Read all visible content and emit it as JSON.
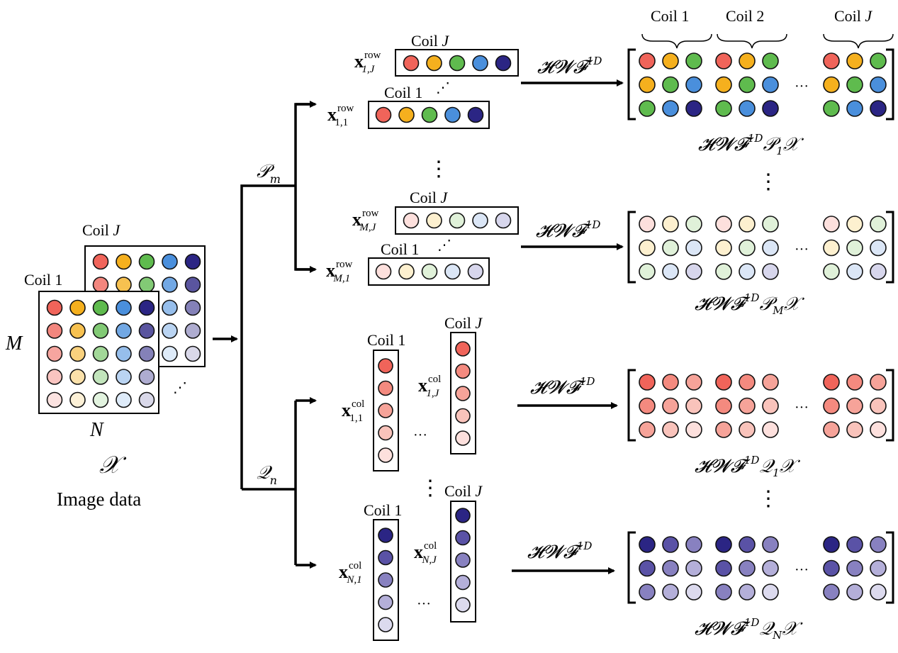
{
  "input": {
    "coil_first": "Coil 1",
    "coil_last": "Coil J",
    "rows_label": "M",
    "cols_label": "N",
    "symbol": "𝒳",
    "caption": "Image data",
    "ellipsis": "⋰"
  },
  "branches": {
    "row_op": "𝒫",
    "row_op_sub": "m",
    "col_op": "𝒬",
    "col_op_sub": "n"
  },
  "vector_labels": {
    "bold_x": "x",
    "row_sup": "row",
    "col_sup": "col",
    "sub_1_1": "1,1",
    "sub_1_J": "1,J",
    "sub_M_1": "M,1",
    "sub_M_J": "M,J",
    "sub_N_1": "N,1",
    "sub_N_J": "N,J",
    "coil_first": "Coil 1",
    "coil_last": "Coil J",
    "h_ellipsis": "⋰",
    "v_ellipsis": "⋮",
    "col_ellipsis": "···"
  },
  "transform": {
    "name": "𝓗𝓦𝓕",
    "sup": "1D"
  },
  "outputs": {
    "coil_headers": [
      "Coil 1",
      "Coil 2",
      "Coil J"
    ],
    "ellipsis": "···",
    "vdots": "⋮",
    "label_P1": {
      "op": "𝒫",
      "sub": "1",
      "x": "𝒳"
    },
    "label_PM": {
      "op": "𝒫",
      "sub": "M",
      "x": "𝒳"
    },
    "label_Q1": {
      "op": "𝒬",
      "sub": "1",
      "x": "𝒳"
    },
    "label_QN": {
      "op": "𝒬",
      "sub": "N",
      "x": "𝒳"
    }
  },
  "colors": {
    "row1": [
      "#f0645a",
      "#f5b01e",
      "#5fbb4e",
      "#4a8fdc",
      "#2b2584"
    ],
    "rowM": [
      "#fde0dd",
      "#fdf0cf",
      "#e0f1d9",
      "#dbe6f6",
      "#d7d6ec"
    ],
    "col1": [
      "#f0645a",
      "#f48a7f",
      "#f6a399",
      "#f9c3bb",
      "#fde0dd"
    ],
    "colN": [
      "#2b2584",
      "#5a52a6",
      "#8881c0",
      "#b4afd9",
      "#dcdaee"
    ]
  }
}
